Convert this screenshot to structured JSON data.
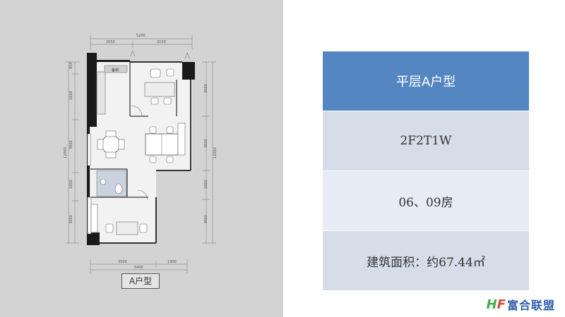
{
  "plan": {
    "type_label": "A户型",
    "dims_top": {
      "total": "5200",
      "left": "2050",
      "right": "3150"
    },
    "dims_bottom": {
      "left": "3500",
      "right": "1900",
      "total": "5400"
    },
    "dims_left": {
      "d1": "950",
      "d2": "2600",
      "d3": "3600",
      "d4": "1800",
      "d5": "3050",
      "total": "12000"
    },
    "dims_right": {
      "d1": "3550",
      "d2": "3550",
      "d3": "1850",
      "d4": "3050",
      "total": "12000"
    },
    "room_label": "备用"
  },
  "info": {
    "title": "平层A户型",
    "code": "2F2T1W",
    "rooms": "06、09房",
    "area": "建筑面积：约67.44㎡"
  },
  "brand": {
    "mark_h": "H",
    "mark_f": "F",
    "name": "富合联盟"
  }
}
